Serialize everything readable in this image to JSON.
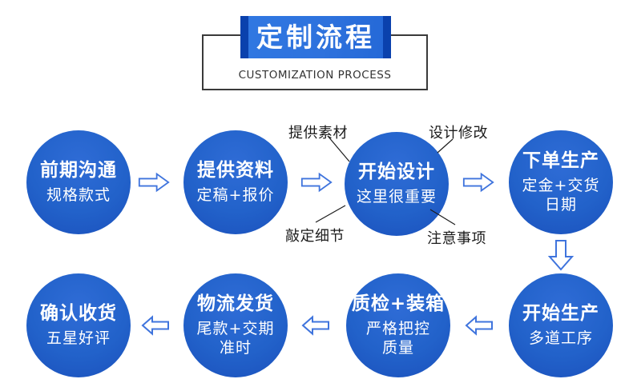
{
  "header": {
    "title": "定制流程",
    "subtitle": "CUSTOMIZATION PROCESS"
  },
  "steps": [
    {
      "title": "前期沟通",
      "subtitle": "规格款式"
    },
    {
      "title": "提供资料",
      "subtitle": "定稿+报价"
    },
    {
      "title": "开始设计",
      "subtitle": "这里很重要"
    },
    {
      "title": "下单生产",
      "subtitle": "定金+交货\n日期"
    },
    {
      "title": "开始生产",
      "subtitle": "多道工序"
    },
    {
      "title": "质检+装箱",
      "subtitle": "严格把控\n质量"
    },
    {
      "title": "物流发货",
      "subtitle": "尾款+交期\n准时"
    },
    {
      "title": "确认收货",
      "subtitle": "五星好评"
    }
  ],
  "annotations": [
    {
      "label": "提供素材",
      "position": "top-left"
    },
    {
      "label": "设计修改",
      "position": "top-right"
    },
    {
      "label": "敲定细节",
      "position": "bottom-left"
    },
    {
      "label": "注意事项",
      "position": "bottom-right"
    }
  ],
  "colors": {
    "banner_blue": "#2e72dd",
    "banner_edge_blue": "#0a41ad",
    "circle_blue": "#2262ca",
    "arrow_stroke": "#3f74dd",
    "box_border": "#3a3a3a",
    "annotation_text": "#1c1c1c"
  }
}
